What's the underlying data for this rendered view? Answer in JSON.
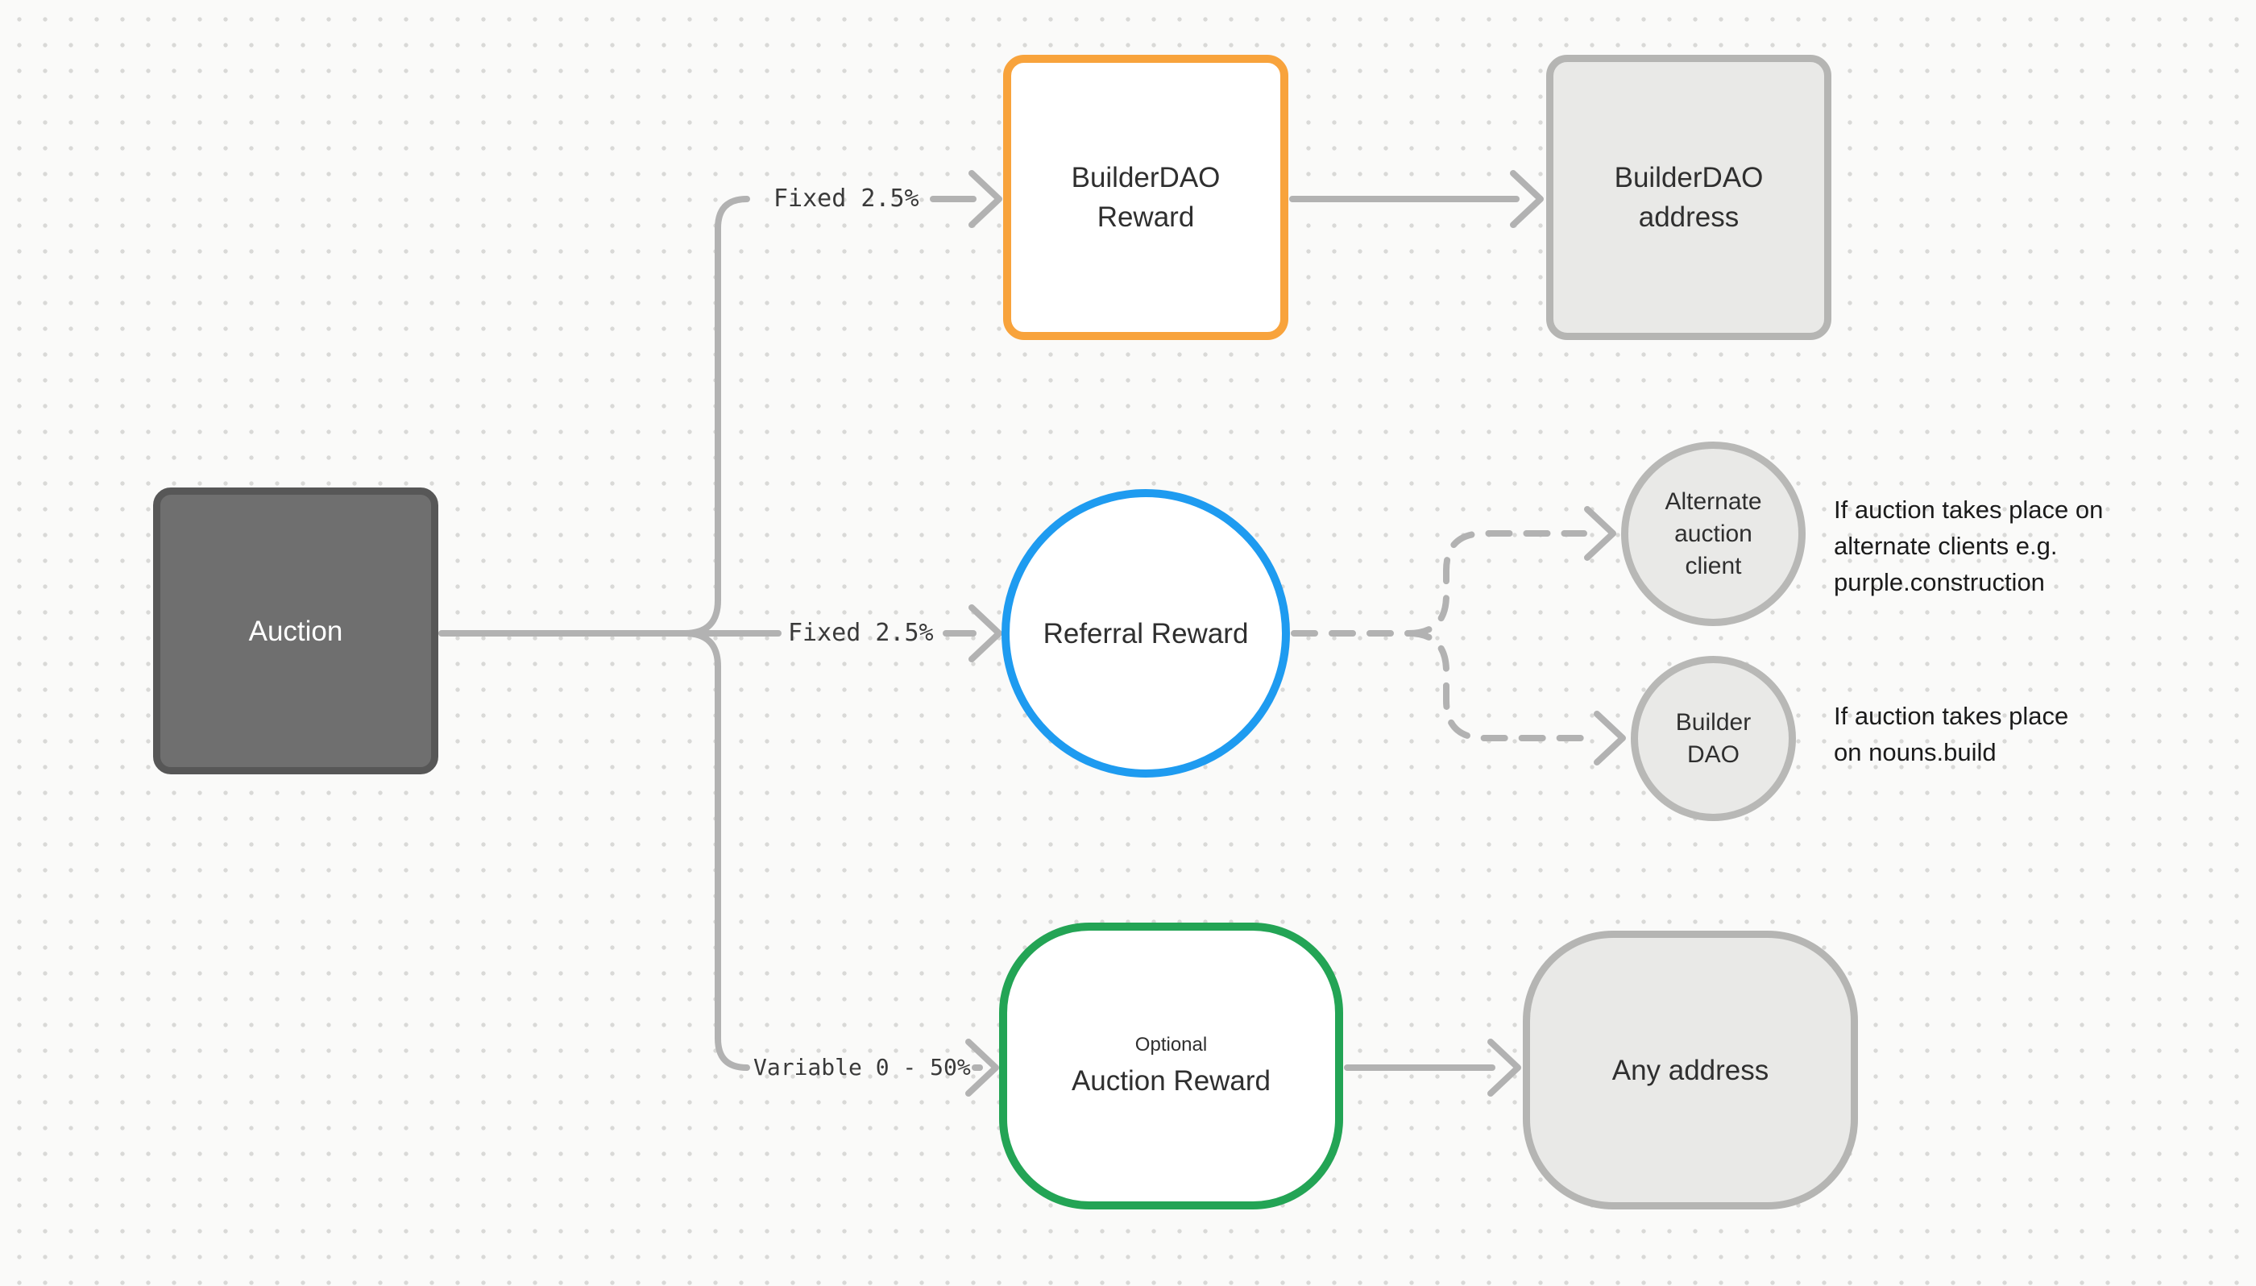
{
  "canvas": {
    "background_color": "#FAFAF9",
    "dot_color": "#D9D9D7",
    "connector_color": "#B2B2B2"
  },
  "nodes": {
    "auction": {
      "label": "Auction",
      "fill": "#6F6F6F",
      "border_color": "#575757"
    },
    "builderdao_reward": {
      "line1": "BuilderDAO",
      "line2": "Reward",
      "border_color": "#F8A33C"
    },
    "builderdao_address": {
      "line1": "BuilderDAO",
      "line2": "address",
      "fill": "#E9E9E7"
    },
    "referral_reward": {
      "label": "Referral Reward",
      "border_color": "#1E9BF0"
    },
    "alternate_client": {
      "line1": "Alternate",
      "line2": "auction",
      "line3": "client",
      "fill": "#E9E9E7"
    },
    "builder_dao": {
      "line1": "Builder",
      "line2": "DAO",
      "fill": "#E9E9E7"
    },
    "auction_reward": {
      "tag": "Optional",
      "label": "Auction Reward",
      "border_color": "#23A455"
    },
    "any_address": {
      "label": "Any address",
      "fill": "#E9E9E7"
    }
  },
  "edge_labels": {
    "fixed_top": "Fixed 2.5%",
    "fixed_mid": "Fixed 2.5%",
    "variable": "Variable 0 - 50%"
  },
  "annotations": {
    "alternate": {
      "line1": "If auction takes place on",
      "line2": "alternate clients e.g.",
      "line3": "purple.construction"
    },
    "nouns": {
      "line1": "If auction takes place",
      "line2": "on nouns.build"
    }
  }
}
